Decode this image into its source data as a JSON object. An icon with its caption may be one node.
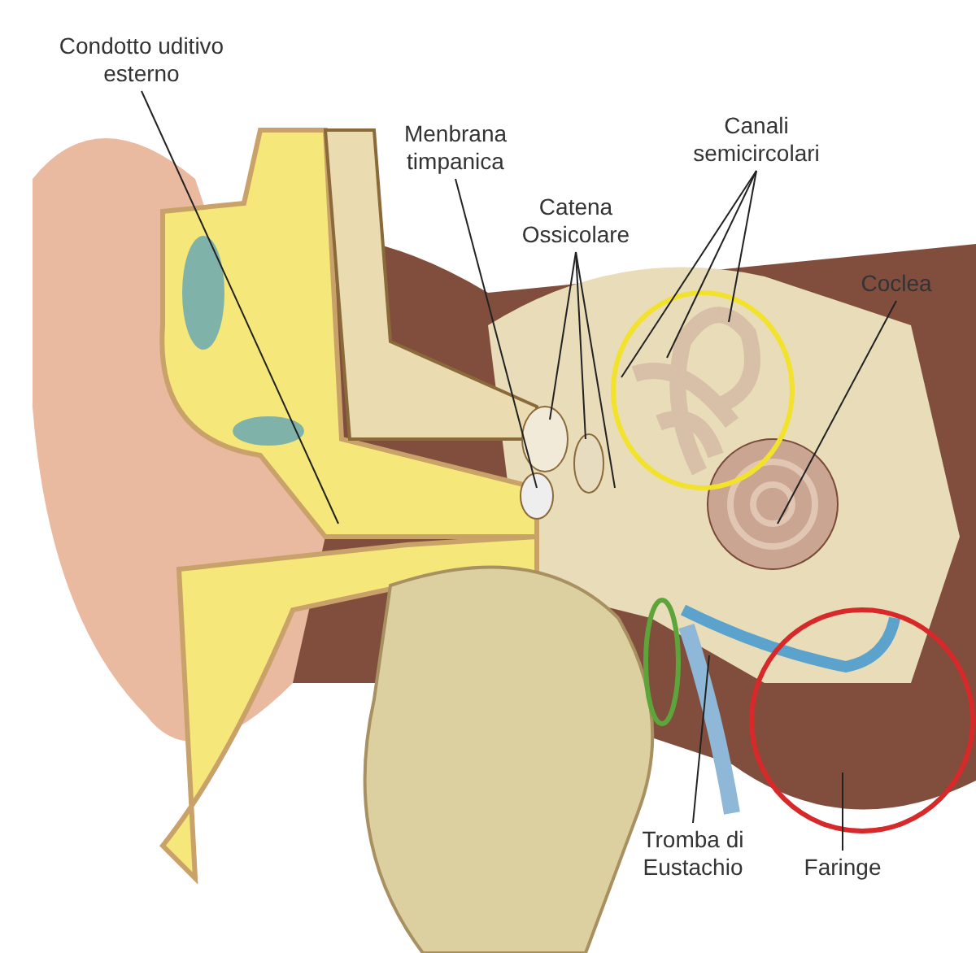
{
  "diagram": {
    "nodes": [
      {
        "text": [
          "Condotto uditivo esterno"
        ]
      },
      {
        "text": [
          "Menbrana timpanica"
        ]
      },
      {
        "text": [
          "Catena Ossicolare"
        ]
      },
      {
        "text": [
          "Canali semicircolari"
        ]
      },
      {
        "text": [
          "Coclea"
        ]
      },
      {
        "text": [
          "Tromba di Eustachio"
        ]
      },
      {
        "text": [
          "Faringe"
        ]
      }
    ],
    "edges": [
      {
        "from": 0,
        "to": null,
        "arrow": "none"
      },
      {
        "from": 1,
        "to": null,
        "arrow": "none"
      },
      {
        "from": 2,
        "to": null,
        "arrow": "none"
      },
      {
        "from": 2,
        "to": null,
        "arrow": "none"
      },
      {
        "from": 2,
        "to": null,
        "arrow": "none"
      },
      {
        "from": 3,
        "to": null,
        "arrow": "none"
      },
      {
        "from": 3,
        "to": null,
        "arrow": "none"
      },
      {
        "from": 3,
        "to": null,
        "arrow": "none"
      },
      {
        "from": 4,
        "to": null,
        "arrow": "none"
      },
      {
        "from": 5,
        "to": null,
        "arrow": "none"
      },
      {
        "from": 6,
        "to": null,
        "arrow": "none"
      }
    ]
  }
}
